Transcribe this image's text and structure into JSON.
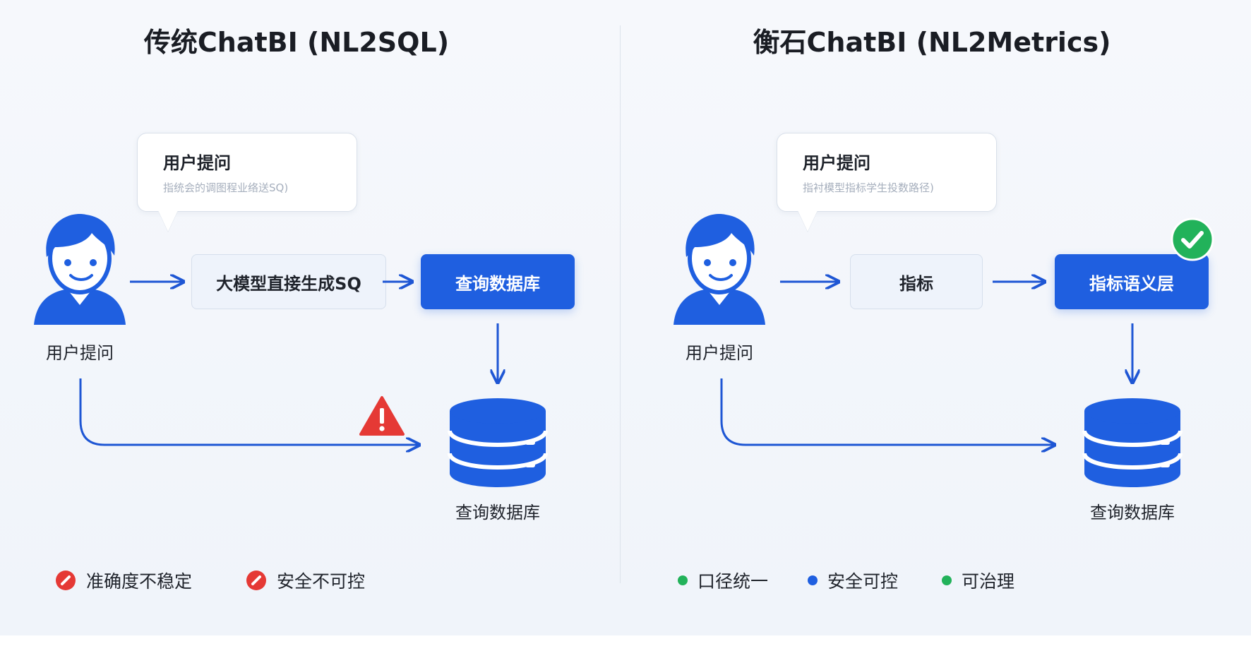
{
  "colors": {
    "accent_blue": "#1f5fe0",
    "arrow_blue": "#1e56d4",
    "danger_red": "#e53935",
    "ok_green": "#22b25a"
  },
  "left": {
    "title": "传统ChatBI (NL2SQL)",
    "bubble": {
      "title": "用户提问",
      "subtitle": "指统会的调图程业络送SQ)"
    },
    "user_label": "用户提问",
    "step1_label": "大模型直接生成SQ",
    "step2_label": "查询数据库",
    "db_label": "查询数据库",
    "warning_icon": "warning-icon",
    "legend": [
      {
        "label": "准确度不稳定",
        "icon": "error-icon"
      },
      {
        "label": "安全不可控",
        "icon": "error-icon"
      }
    ]
  },
  "right": {
    "title": "衡石ChatBI (NL2Metrics)",
    "bubble": {
      "title": "用户提问",
      "subtitle": "指衬模型指标学生投数路径)"
    },
    "user_label": "用户提问",
    "step1_label": "指标",
    "step2_label": "指标语义层",
    "db_label": "查询数据库",
    "check_icon": "check-icon",
    "legend": [
      {
        "label": "口径统一",
        "dot": "#22b25a"
      },
      {
        "label": "安全可控",
        "dot": "#1f5fe0"
      },
      {
        "label": "可治理",
        "dot": "#22b25a"
      }
    ]
  }
}
